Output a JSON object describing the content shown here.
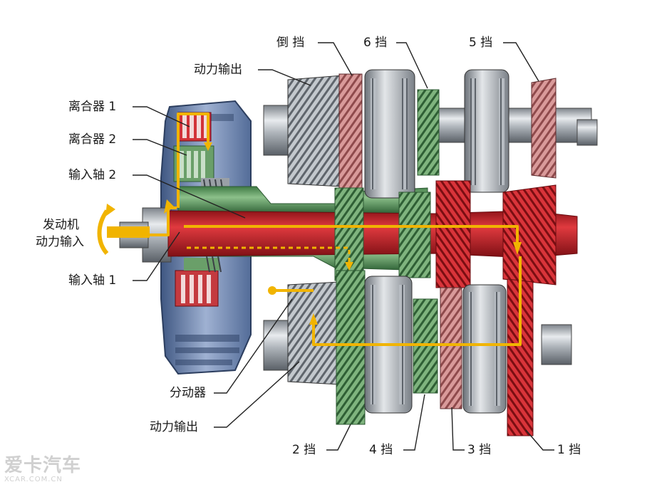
{
  "labels": {
    "reverse_gear": "倒 挡",
    "gear_6": "6 挡",
    "gear_5": "5 挡",
    "power_output_top": "动力输出",
    "clutch_1": "离合器 1",
    "clutch_2": "离合器 2",
    "input_shaft_2": "输入轴 2",
    "engine_input_line1": "发动机",
    "engine_input_line2": "动力输入",
    "input_shaft_1": "输入轴 1",
    "transfer_case": "分动器",
    "power_output_bottom": "动力输出",
    "gear_2": "2 挡",
    "gear_4": "4 挡",
    "gear_3": "3 挡",
    "gear_1": "1 挡"
  },
  "watermark": {
    "text": "爱卡汽车",
    "sub": "XCAR.COM.CN"
  },
  "colors": {
    "clutch_red": "#c8222a",
    "shaft_green": "#5c9a5a",
    "housing_blue": "#6f86b0",
    "steel_grey": "#b9bec4",
    "flow_yellow": "#f1b400"
  }
}
